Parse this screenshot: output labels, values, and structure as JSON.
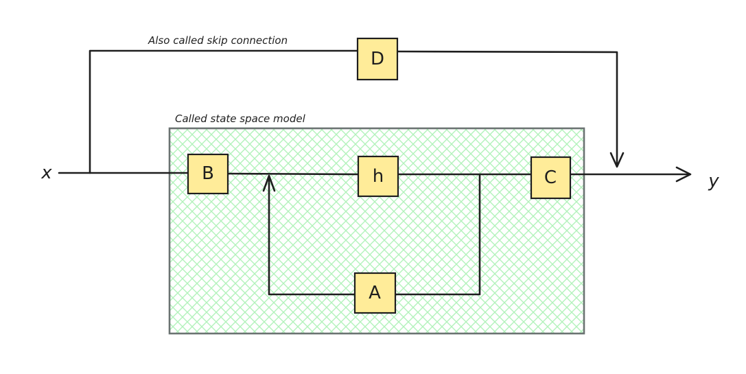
{
  "annotations": {
    "skip_connection": "Also called skip connection",
    "state_space_model": "Called state space model"
  },
  "io": {
    "input": "x",
    "output": "y"
  },
  "blocks": {
    "B": "B",
    "h": "h",
    "C": "C",
    "A": "A",
    "D": "D"
  },
  "colors": {
    "block_fill": "#ffec99",
    "ssm_hatch": "#b2f2bb",
    "ssm_border": "#6b7372",
    "stroke": "#1e1e1e"
  }
}
